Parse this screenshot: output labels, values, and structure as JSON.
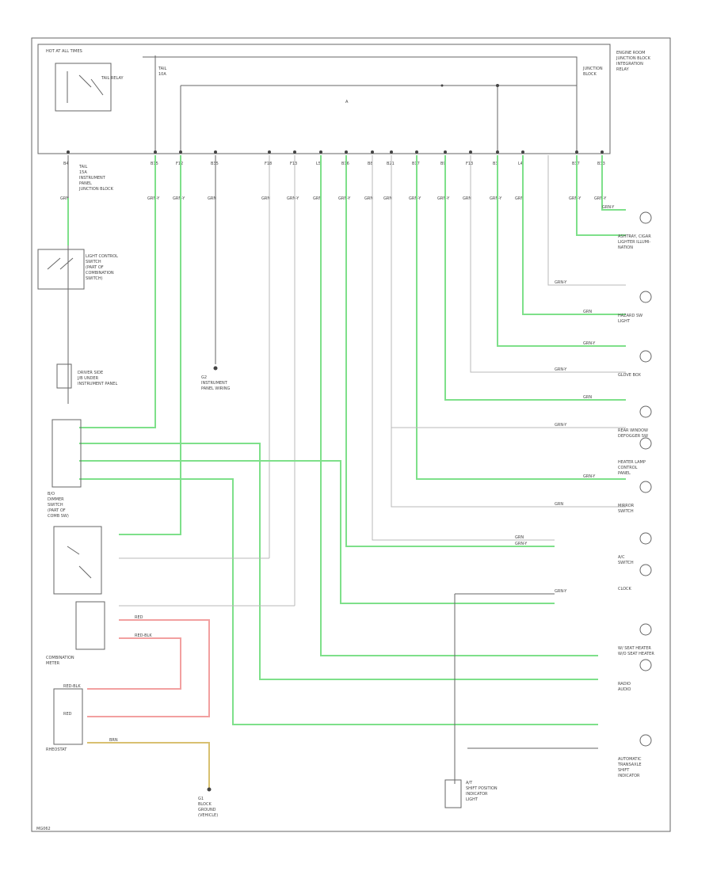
{
  "fuse_box": {
    "title": "HOT AT ALL TIMES",
    "relay_label": "TAIL RELAY",
    "right_title": [
      "ENGINE ROOM",
      "JUNCTION BLOCK",
      "INTEGRATION",
      "RELAY"
    ]
  },
  "fuse_labels": [
    "TAIL",
    "10A"
  ],
  "connector_pins": [
    "B4",
    "B15",
    "F12",
    "B35",
    "F18",
    "F13",
    "L5",
    "B16",
    "B8",
    "B21",
    "B17",
    "B9",
    "F13",
    "B3",
    "L4",
    "B37",
    "B33"
  ],
  "wire_colors": [
    "GRN",
    "GRN-Y",
    "GRN-Y",
    "GRN",
    "GRN",
    "GRN-Y",
    "GRN",
    "GRN-Y",
    "GRN",
    "GRN",
    "GRN-Y",
    "GRN-Y",
    "GRN",
    "GRN-Y",
    "GRN",
    "GRN-Y",
    "GRN-Y"
  ],
  "left_components": {
    "tail_fuse": [
      "TAIL",
      "15A",
      "INSTRUMENT",
      "PANEL",
      "JUNCTION BLOCK"
    ],
    "light_control": [
      "LIGHT CONTROL",
      "SWITCH",
      "(PART OF",
      "COMBINATION",
      "SWITCH)"
    ],
    "junction_panel": [
      "DRIVER SIDE",
      "J/B UNDER",
      "INSTRUMENT PANEL"
    ],
    "dimmer": [
      "B/O",
      "DIMMER",
      "SWITCH",
      "(PART OF",
      "COMB SW)"
    ],
    "combination_meter": [
      "COMBINATION",
      "METER"
    ],
    "rheostat": "RHEOSTAT",
    "ground_left": [
      "G1",
      "BLOCK",
      "GROUND",
      "(VEHICLE)"
    ],
    "ground_center": [
      "G2",
      "INSTRUMENT",
      "PANEL WIRING"
    ],
    "footer": "MG062"
  },
  "wire_runs": [
    "GRN-Y",
    "GRN-Y",
    "GRN",
    "GRN-Y",
    "GRN-Y",
    "GRN",
    "GRN-Y",
    "GRN-Y",
    "GRN",
    "GRN",
    "GRN-Y",
    "RED",
    "RED-BLK",
    "RED-BLK",
    "RED",
    "BRN",
    "GRN-Y"
  ],
  "right_components": [
    {
      "name": "ashtray-light",
      "label": [
        "ASHTRAY, CIGAR",
        "LIGHTER ILLUMI-",
        "NATION"
      ]
    },
    {
      "name": "hazard-switch",
      "label": [
        "HAZARD SW",
        "LIGHT"
      ]
    },
    {
      "name": "glove-box",
      "label": [
        "GLOVE BOX"
      ]
    },
    {
      "name": "rear-defogger",
      "label": [
        "REAR WINDOW",
        "DEFOGGER SW"
      ]
    },
    {
      "name": "mirror-switch",
      "label": [
        "MIRROR",
        "SWITCH"
      ]
    },
    {
      "name": "heater-control",
      "label": [
        "A/C",
        "SWITCH"
      ]
    },
    {
      "name": "clock",
      "label": [
        "CLOCK"
      ]
    },
    {
      "name": "seat-heater",
      "label": [
        "W/ SEAT HEATER",
        "W/O SEAT HEATER"
      ]
    },
    {
      "name": "radio",
      "label": [
        "RADIO",
        "AUDIO"
      ]
    },
    {
      "name": "automatic-transaxle",
      "label": [
        "AUTOMATIC",
        "TRANSAXLE",
        "SHIFT",
        "INDICATOR"
      ]
    },
    {
      "name": "heater-lamp",
      "label": [
        "HEATER LAMP",
        "CONTROL",
        "PANEL"
      ]
    }
  ],
  "bottom_center": [
    "A/T",
    "SHIFT POSITION",
    "INDICATOR",
    "LIGHT"
  ]
}
